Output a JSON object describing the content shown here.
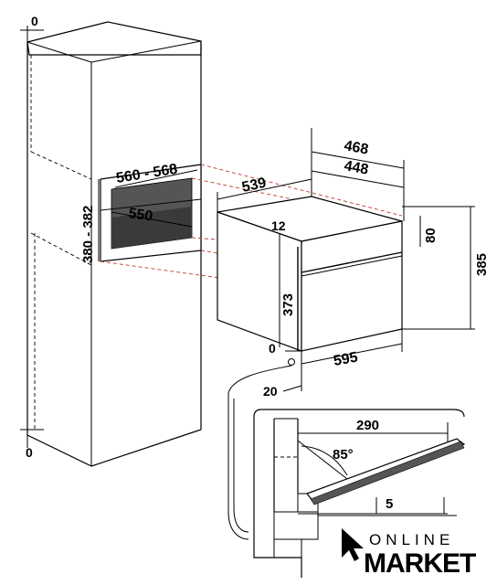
{
  "cabinet": {
    "top_offset": "0",
    "bottom_offset": "0",
    "niche_depth": "560 - 568",
    "niche_width": "550",
    "niche_height": "380 - 382"
  },
  "appliance": {
    "depth_total": "468",
    "depth_body": "448",
    "width_overall": "539",
    "width_front": "595",
    "height_total": "385",
    "panel_height": "80",
    "body_height": "373",
    "top_gap": "12",
    "bottom_offset": "0",
    "front_offset": "20"
  },
  "door_detail": {
    "door_length": "290",
    "opening_angle": "85°",
    "clearance": "5"
  },
  "logo": {
    "line1": "ONLINE",
    "line2": "MARKET"
  },
  "colors": {
    "line": "#000000",
    "cutout_line": "#c0392b",
    "niche_fill": "#555555"
  }
}
